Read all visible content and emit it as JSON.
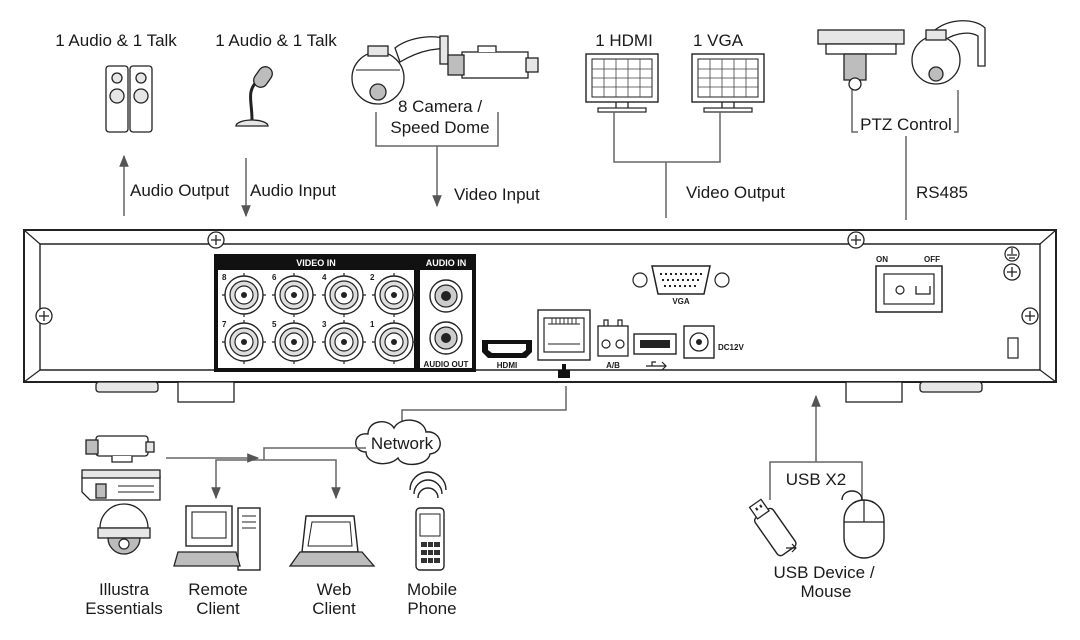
{
  "top_labels": {
    "audio_talk_1": "1 Audio  & 1 Talk",
    "audio_talk_2": "1 Audio & 1 Talk",
    "camera_line1": "8  Camera /",
    "camera_line2": "Speed Dome",
    "hdmi": "1 HDMI",
    "vga": "1 VGA",
    "ptz": "PTZ Control"
  },
  "connection_labels": {
    "audio_output": "Audio  Output",
    "audio_input": "Audio  Input",
    "video_input": "Video Input",
    "video_output": "Video Output",
    "rs485": "RS485",
    "network": "Network",
    "usb": "USB X2"
  },
  "panel": {
    "video_in": "VIDEO IN",
    "audio_in": "AUDIO IN",
    "audio_out": "AUDIO OUT",
    "vga_port": "VGA",
    "hdmi_port": "HDMI",
    "ab": "A/B",
    "dc": "DC12V",
    "on": "ON",
    "off": "OFF",
    "channels_top": [
      "8",
      "6",
      "4",
      "2"
    ],
    "channels_bottom": [
      "7",
      "5",
      "3",
      "1"
    ]
  },
  "clients": {
    "illustra_1": "Illustra",
    "illustra_2": "Essentials",
    "remote_1": "Remote",
    "remote_2": "Client",
    "web_1": "Web",
    "web_2": "Client",
    "mobile_1": "Mobile",
    "mobile_2": "Phone",
    "usb_dev_1": "USB Device /",
    "usb_dev_2": "Mouse"
  }
}
